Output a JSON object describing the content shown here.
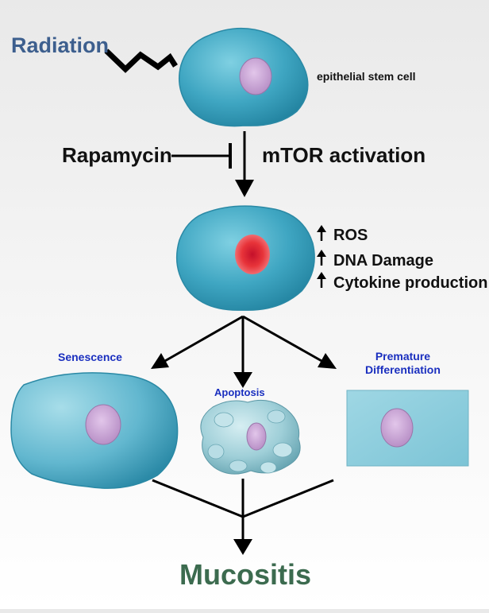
{
  "labels": {
    "stimulus": "Radiation",
    "cell_name": "epithelial stem cell",
    "inhibitor": "Rapamycin",
    "pathway": "mTOR activation",
    "outcome": "Mucositis"
  },
  "effects": [
    "ROS",
    "DNA Damage",
    "Cytokine production"
  ],
  "fates": {
    "left": "Senescence",
    "middle": "Apoptosis",
    "right_line1": "Premature",
    "right_line2": "Differentiation"
  },
  "colors": {
    "cell": "#3fa6c2",
    "nucleus": "#c9a6d4",
    "damaged_nucleus": "#e8343a",
    "stimulus_text": "#3d5f8e",
    "fate_text": "#1a2fbf",
    "outcome_text": "#3c6b4f"
  }
}
